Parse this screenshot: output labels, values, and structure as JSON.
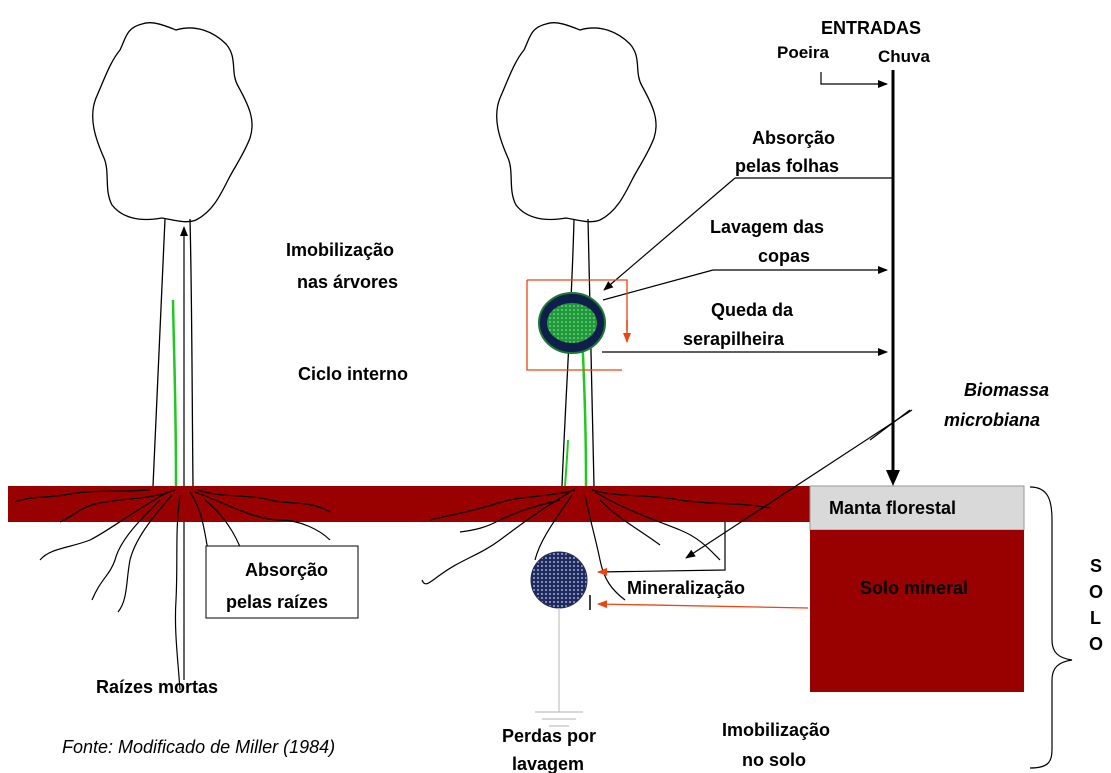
{
  "colors": {
    "soil_band": "#990000",
    "litter_box": "#d9d9d9",
    "nutrient_circle_outer": "#0f1e4a",
    "nutrient_circle_inner": "#1f9a3a",
    "mineral_circle": "#1f2a5e",
    "sap_stroke": "#22c822",
    "orange_arrow": "#ee4411",
    "drain": "#c0c0c0"
  },
  "labels": {
    "entradas": "ENTRADAS",
    "poeira": "Poeira",
    "chuva": "Chuva",
    "absorcao_folhas_1": "Absorção",
    "absorcao_folhas_2": "pelas folhas",
    "lavagem_copas_1": "Lavagem das",
    "lavagem_copas_2": "copas",
    "queda_serapilheira_1": "Queda da",
    "queda_serapilheira_2": "serapilheira",
    "imobilizacao_arvores_1": "Imobilização",
    "imobilizacao_arvores_2": "nas árvores",
    "ciclo_interno": "Ciclo interno",
    "biomassa_1": "Biomassa",
    "biomassa_2": "microbiana",
    "manta_florestal": "Manta florestal",
    "solo_mineral": "Solo mineral",
    "mineralizacao": "Mineralização",
    "absorcao_raizes_1": "Absorção",
    "absorcao_raizes_2": "pelas raízes",
    "raizes_mortas": "Raízes mortas",
    "perdas_1": "Perdas por",
    "perdas_2": "lavagem",
    "imobilizacao_solo_1": "Imobilização",
    "imobilizacao_solo_2": "no solo",
    "fonte": "Fonte: Modificado de  Miller (1984)",
    "solo_letters": [
      "S",
      "O",
      "L",
      "O"
    ]
  }
}
